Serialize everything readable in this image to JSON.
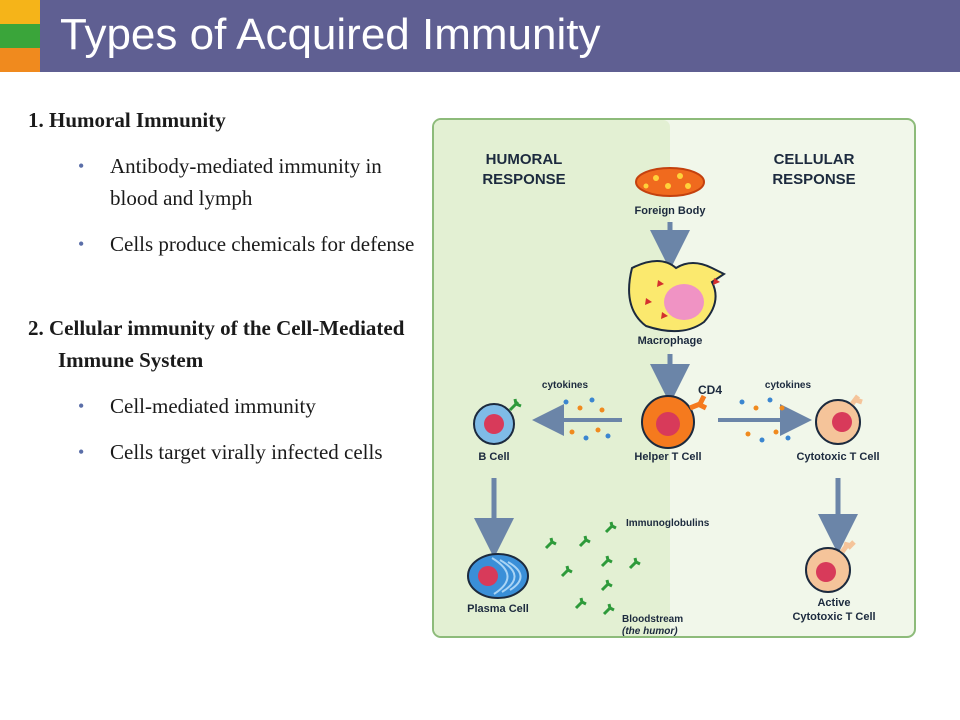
{
  "slide": {
    "title": "Types of Acquired Immunity",
    "colors": {
      "header": "#5f5f92",
      "accent_top": "#f5b419",
      "accent_middle": "#3aa53a",
      "accent_bottom": "#f08a1e"
    }
  },
  "content": {
    "section1": {
      "heading": "1. Humoral Immunity",
      "bullets": [
        "Antibody-mediated immunity in blood and lymph",
        "Cells produce chemicals for defense"
      ]
    },
    "section2": {
      "heading": "2. Cellular immunity of the Cell-Mediated Immune System",
      "bullets": [
        "Cell-mediated immunity",
        "Cells target virally infected cells"
      ]
    }
  },
  "diagram": {
    "humoral_title_line1": "HUMORAL",
    "humoral_title_line2": "RESPONSE",
    "cellular_title_line1": "CELLULAR",
    "cellular_title_line2": "RESPONSE",
    "foreign_body": "Foreign Body",
    "macrophage": "Macrophage",
    "cytokines_left": "cytokines",
    "cytokines_right": "cytokines",
    "cd4": "CD4",
    "b_cell": "B Cell",
    "helper_t_cell": "Helper T Cell",
    "cytotoxic_t_cell": "Cytotoxic T Cell",
    "immunoglobulins": "Immunoglobulins",
    "plasma_cell": "Plasma Cell",
    "bloodstream": "Bloodstream",
    "the_humor": "(the humor)",
    "active_line1": "Active",
    "active_line2": "Cytotoxic T Cell"
  }
}
